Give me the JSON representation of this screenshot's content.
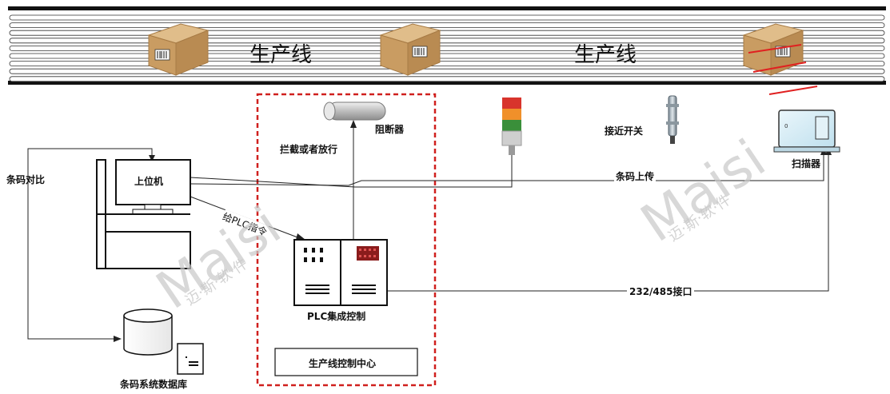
{
  "conveyor": {
    "label_left": "生产线",
    "label_right": "生产线"
  },
  "labels": {
    "blocker": "阻断器",
    "block_or_release": "拦截或者放行",
    "proximity_switch": "接近开关",
    "scanner": "扫描器",
    "barcode_compare": "条码对比",
    "host": "上位机",
    "barcode_upload": "条码上传",
    "plc_command": "给PLC指令",
    "plc_control": "PLC集成控制",
    "interface": "232/485接口",
    "database": "条码系统数据库",
    "control_center": "生产线控制中心"
  },
  "watermark": {
    "brand": "Maisi",
    "sub": "迈·斯·软·件"
  },
  "colors": {
    "dashed_border": "#d0201e",
    "laser": "#e02020",
    "box": "#c99c62",
    "line": "#222222"
  }
}
